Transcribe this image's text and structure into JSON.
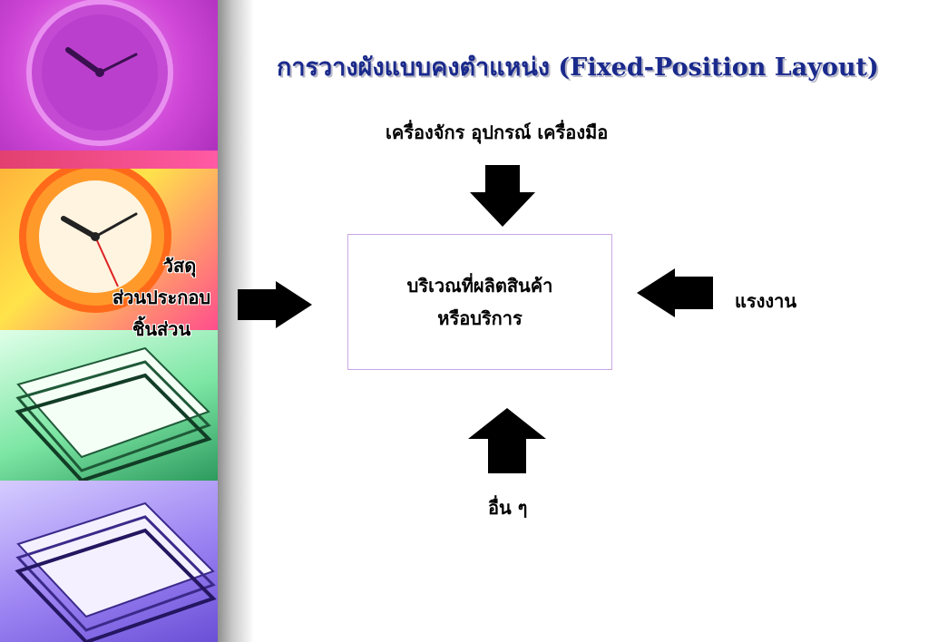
{
  "title": "การวางผังแบบคงตำแหน่ง (Fixed-Position Layout)",
  "diagram": {
    "center_box": {
      "line1": "บริเวณที่ผลิตสินค้า",
      "line2": "หรือบริการ"
    },
    "top_input": "เครื่องจักร อุปกรณ์  เครื่องมือ",
    "right_input": "แรงงาน",
    "bottom_input": "อื่น ๆ",
    "left_input": {
      "line1": "วัสดุ",
      "line2": "ส่วนประกอบ",
      "line3": "ชิ้นส่วน"
    }
  },
  "colors": {
    "title": "#1a2a8c",
    "arrow": "#000000",
    "box_border": "#c9a6e6"
  },
  "decor": {
    "left_strip_icons": [
      "clock-icon",
      "clock-icon",
      "paper-stack-icon",
      "paper-stack-icon"
    ]
  }
}
